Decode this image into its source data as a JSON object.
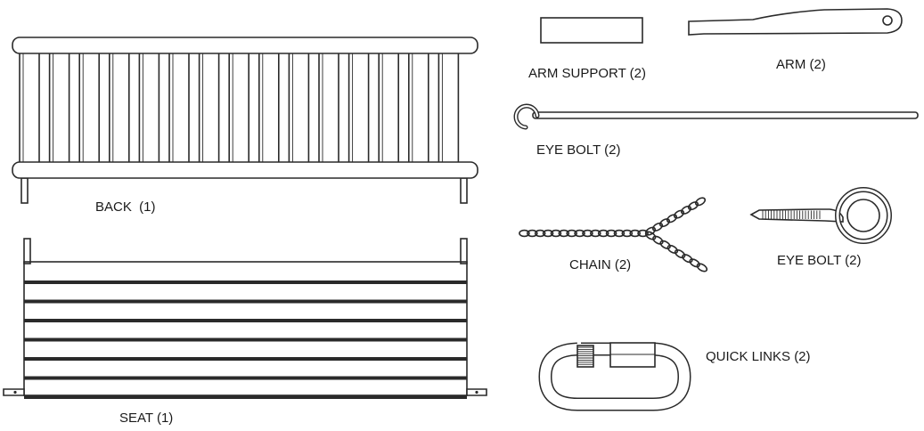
{
  "parts": {
    "back": "BACK  (1)",
    "seat": "SEAT (1)",
    "arm_support": "ARM SUPPORT (2)",
    "arm": "ARM (2)",
    "chain_eye_bolt": "EYE BOLT (2)",
    "chain": "CHAIN (2)",
    "screw_eye_bolt": "EYE BOLT (2)",
    "quick_links": "QUICK LINKS (2)"
  },
  "colors": {
    "line": "#2a2a2a",
    "background": "#ffffff",
    "text": "#1a1a1a"
  }
}
